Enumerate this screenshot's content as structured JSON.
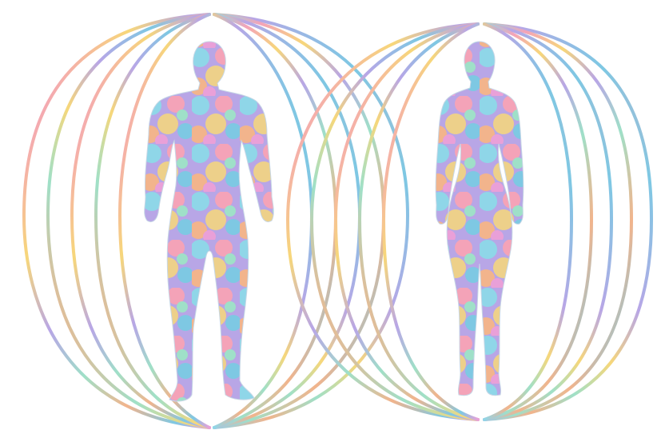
{
  "image": {
    "subject": "",
    "palette": {
      "background": "#ffffff",
      "pastels": [
        "#f4a3b8",
        "#8fd6e8",
        "#f7d77a",
        "#b8a6e6",
        "#f2b48c",
        "#9fe0c8",
        "#7ec8e3",
        "#e9a0d8"
      ],
      "body_line": "#c7d7e6"
    },
    "figures": [
      {
        "id": "male",
        "position": "left"
      },
      {
        "id": "female",
        "position": "right"
      }
    ]
  }
}
